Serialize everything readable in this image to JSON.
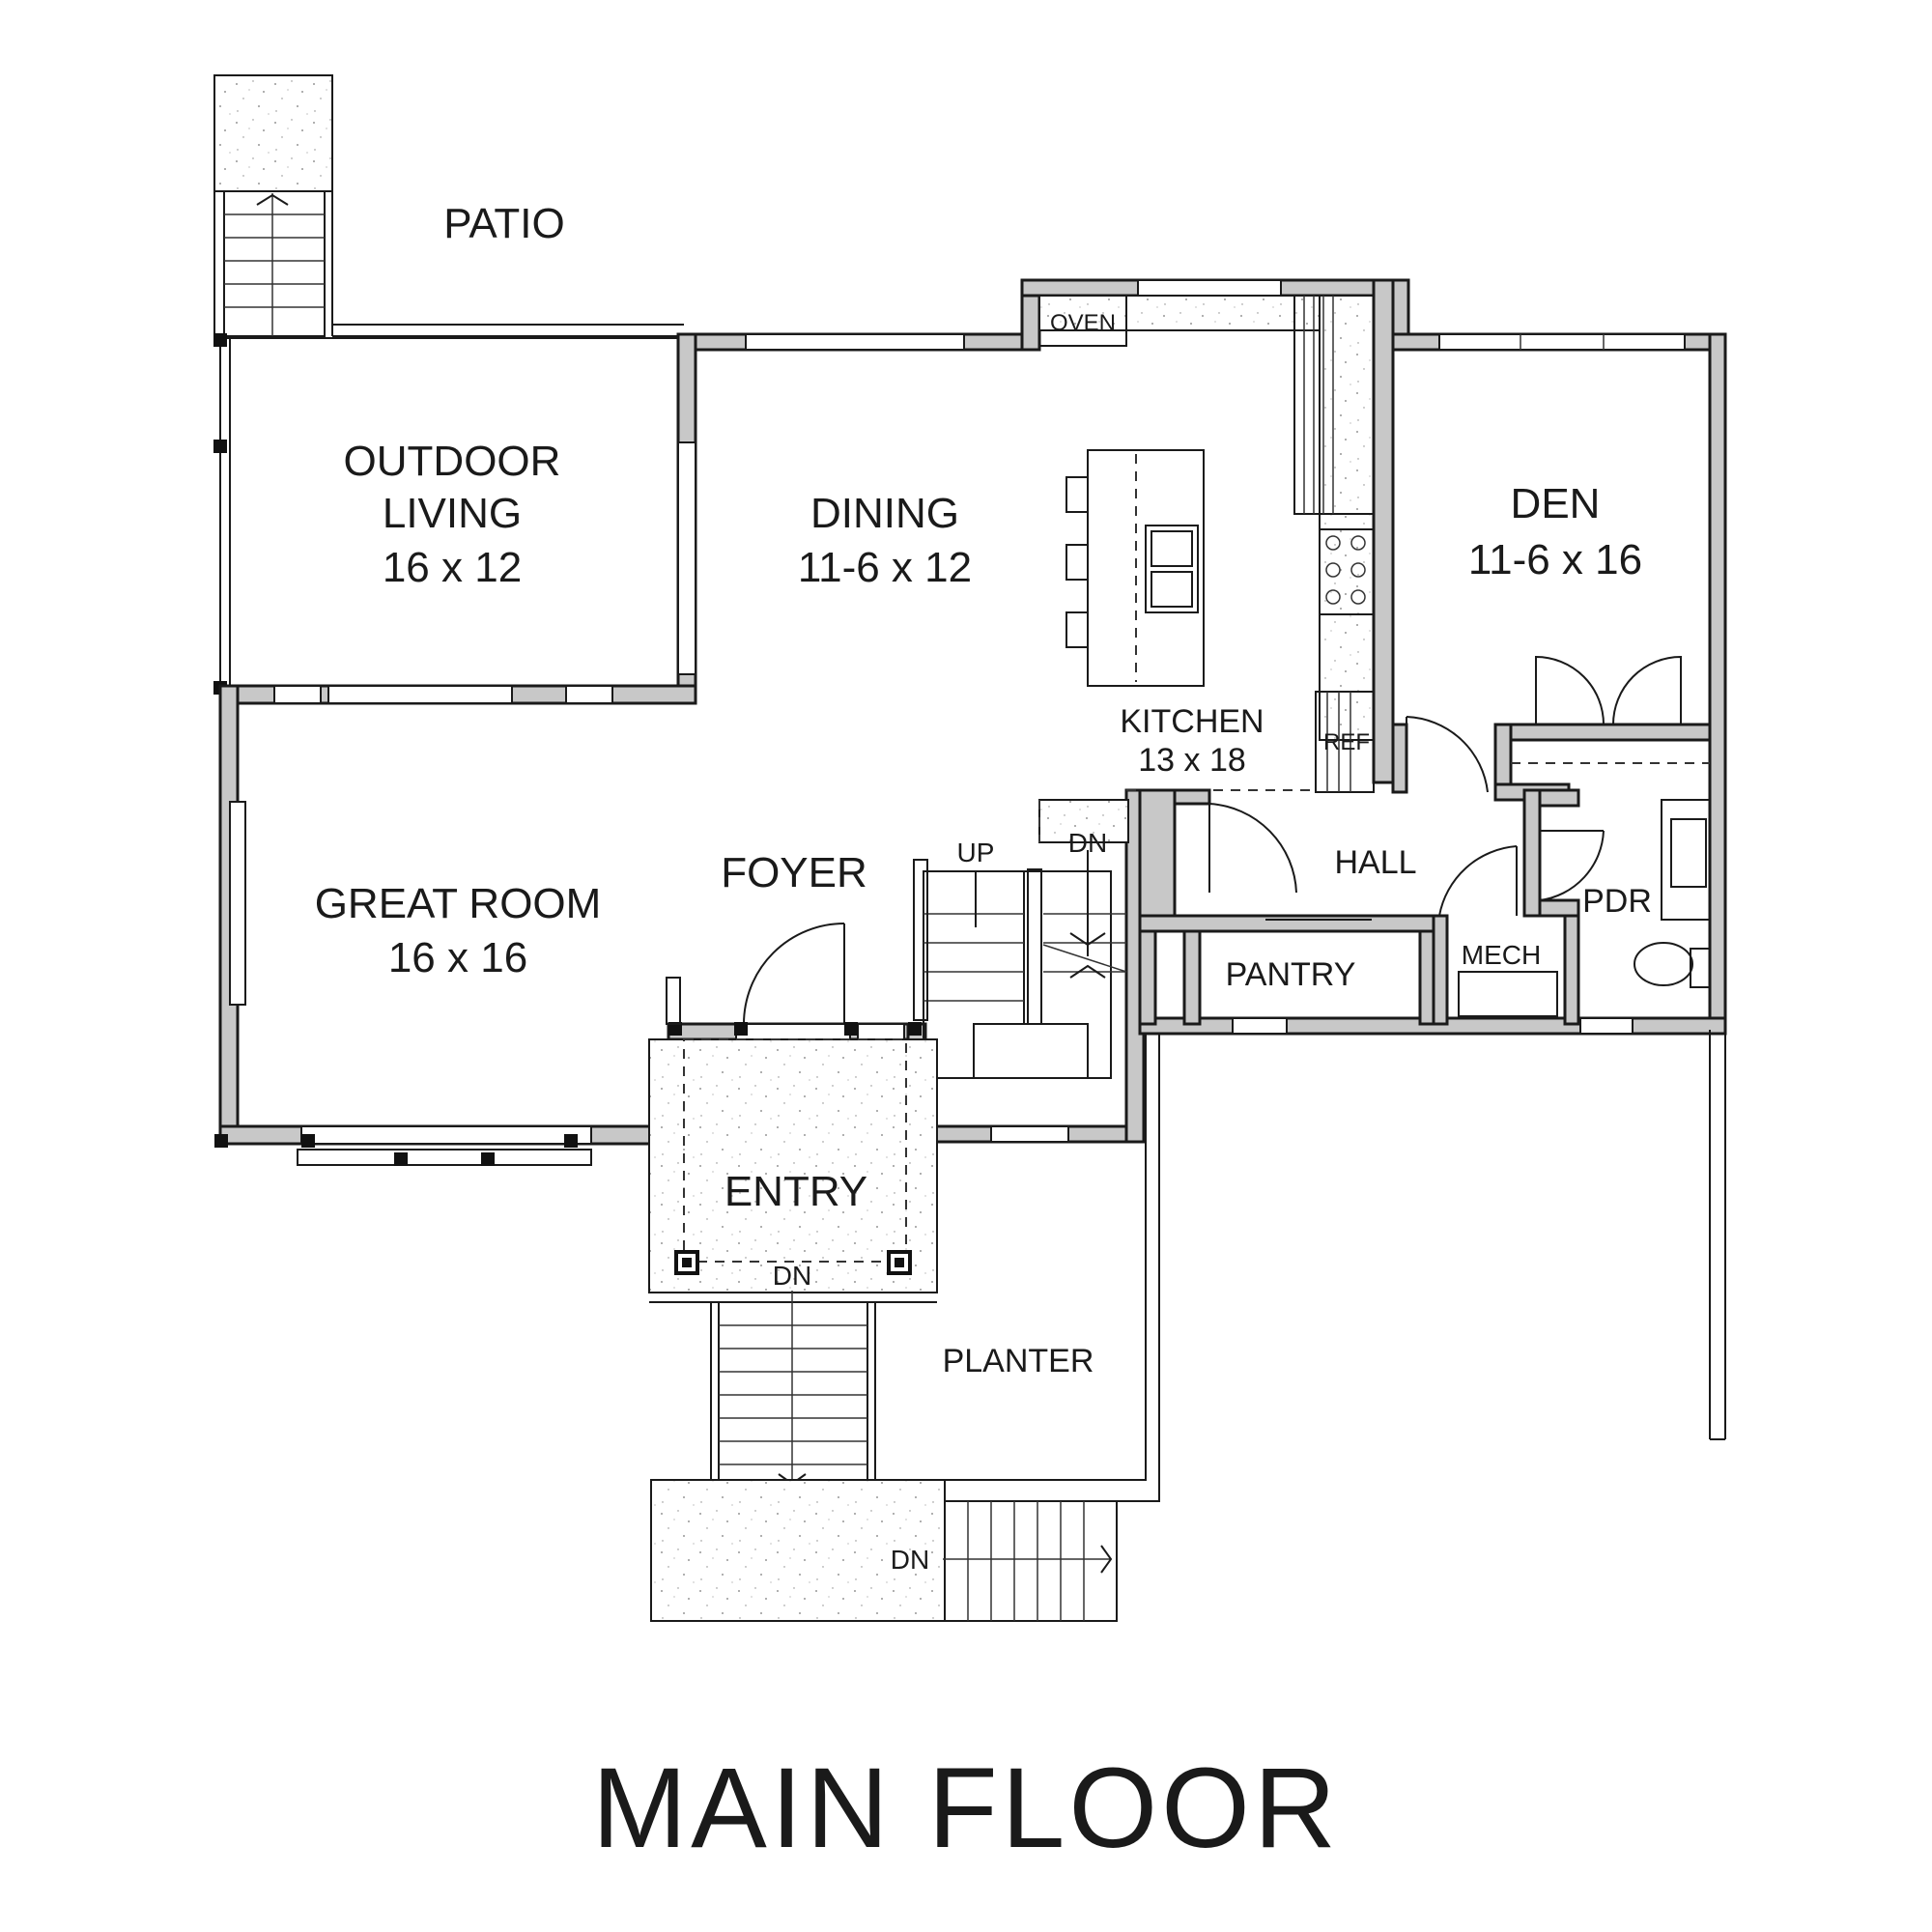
{
  "title": "MAIN FLOOR",
  "rooms": {
    "patio": {
      "name": "PATIO"
    },
    "outdoor_living": {
      "name_line1": "OUTDOOR",
      "name_line2": "LIVING",
      "size": "16 x 12"
    },
    "dining": {
      "name": "DINING",
      "size": "11-6 x 12"
    },
    "den": {
      "name": "DEN",
      "size": "11-6 x 16"
    },
    "kitchen": {
      "name": "KITCHEN",
      "size": "13 x 18"
    },
    "great_room": {
      "name": "GREAT ROOM",
      "size": "16 x 16"
    },
    "foyer": {
      "name": "FOYER"
    },
    "hall": {
      "name": "HALL"
    },
    "pantry": {
      "name": "PANTRY"
    },
    "mech": {
      "name": "MECH"
    },
    "pdr": {
      "name": "PDR"
    },
    "entry": {
      "name": "ENTRY"
    },
    "planter": {
      "name": "PLANTER"
    }
  },
  "fixtures": {
    "oven": "OVEN",
    "ref": "REF"
  },
  "stairs": {
    "up": "UP",
    "dn_main": "DN",
    "dn_entry": "DN",
    "dn_lower": "DN"
  }
}
